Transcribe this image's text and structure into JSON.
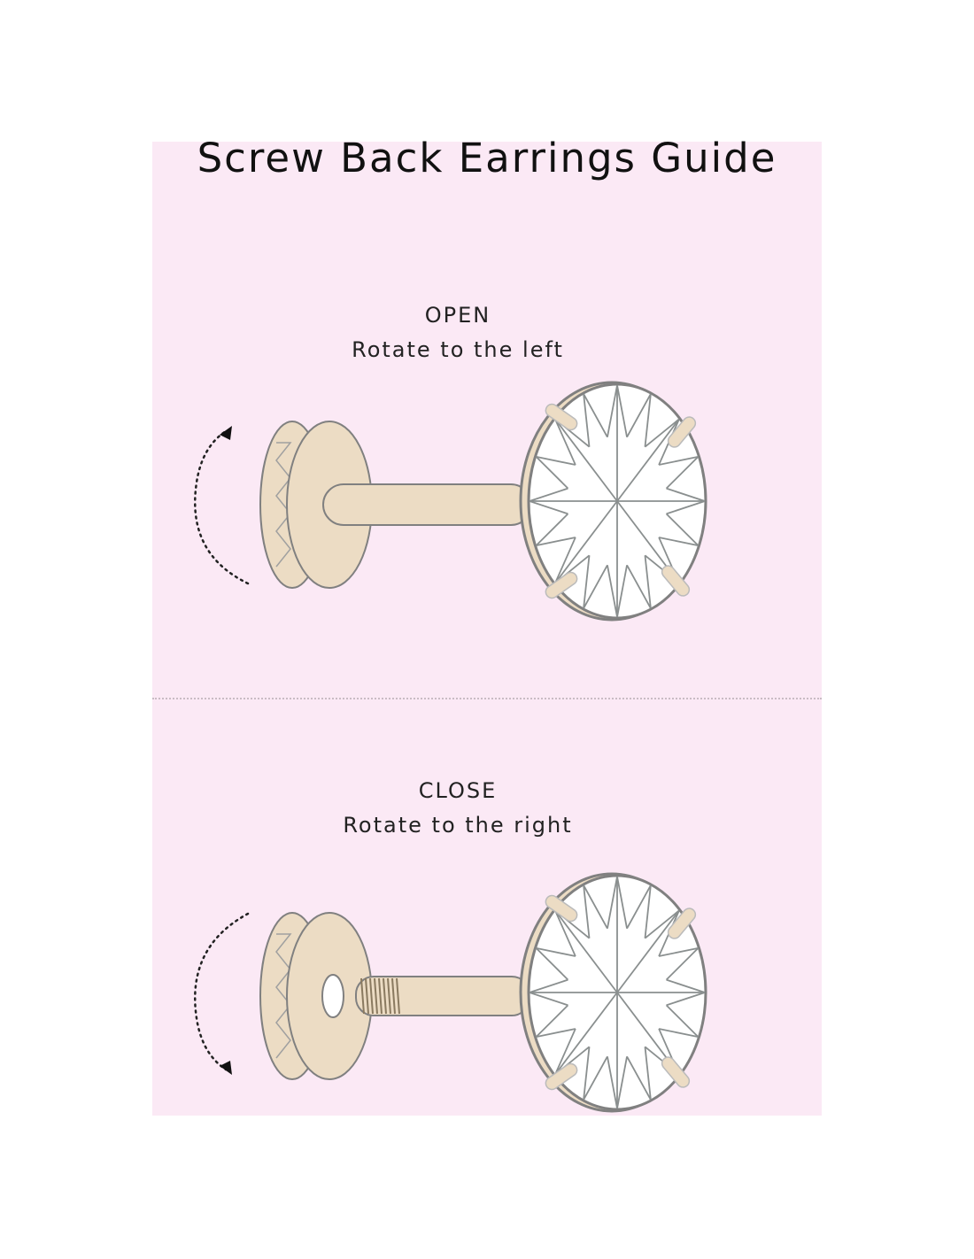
{
  "title": "Screw Back Earrings Guide",
  "sections": [
    {
      "heading": "OPEN",
      "instruction": "Rotate to the left",
      "rotation": "counterclockwise",
      "back_state": "attached"
    },
    {
      "heading": "CLOSE",
      "instruction": "Rotate to the right",
      "rotation": "clockwise",
      "back_state": "detached"
    }
  ],
  "colors": {
    "background": "#fbe9f5",
    "metal": "#ecdcc4",
    "outline": "#808080",
    "gem": "#ffffff"
  }
}
